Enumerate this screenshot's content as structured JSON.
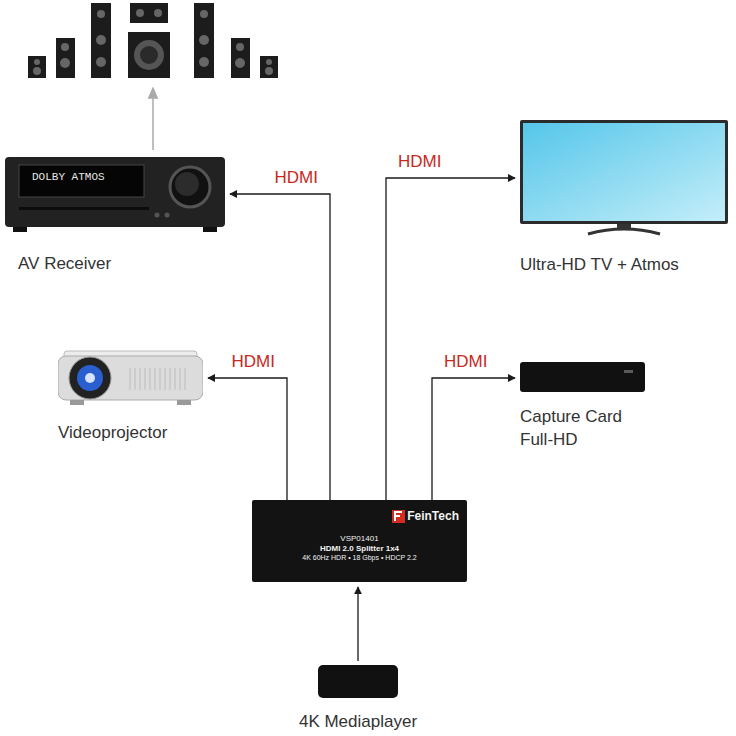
{
  "diagram": {
    "nodes": [
      {
        "text": [
          "AV Receiver"
        ]
      },
      {
        "text": [
          "Ultra-HD TV + Atmos"
        ]
      },
      {
        "text": [
          "Videoprojector"
        ]
      },
      {
        "text": [
          "Capture Card Full-HD"
        ]
      },
      {
        "text": [
          "FeinTech",
          "VSP01401",
          "HDMI 2.0 Splitter 1x4",
          "4K 60Hz HDR • 18 Gbps • HDCP 2.2"
        ]
      },
      {
        "text": [
          "4K Mediaplayer"
        ]
      }
    ],
    "edges": [
      {
        "from": 4,
        "to": 0,
        "label": "HDMI",
        "arrow": "to"
      },
      {
        "from": 4,
        "to": 1,
        "label": "HDMI",
        "arrow": "to"
      },
      {
        "from": 4,
        "to": 2,
        "label": "HDMI",
        "arrow": "to"
      },
      {
        "from": 4,
        "to": 3,
        "label": "HDMI",
        "arrow": "to"
      },
      {
        "from": 5,
        "to": 4,
        "arrow": "to"
      }
    ],
    "labels": [
      "DOLBY ATMOS"
    ]
  }
}
